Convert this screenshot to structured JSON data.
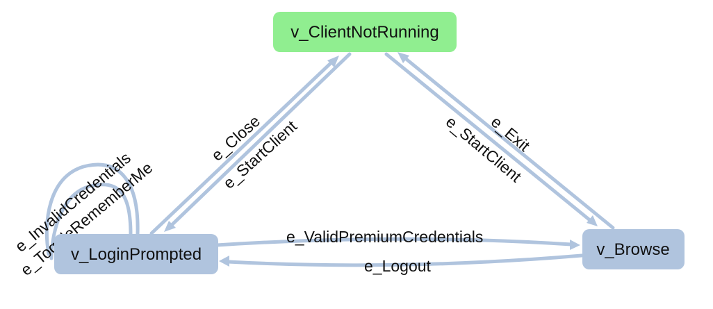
{
  "colors": {
    "edge": "#b0c4de",
    "node_default": "#b0c4de",
    "node_start": "#90ee90",
    "text": "#111111"
  },
  "nodes": {
    "client_not_running": {
      "label": "v_ClientNotRunning",
      "color": "#90ee90"
    },
    "login_prompted": {
      "label": "v_LoginPrompted",
      "color": "#b0c4de"
    },
    "browse": {
      "label": "v_Browse",
      "color": "#b0c4de"
    }
  },
  "edges": {
    "close": {
      "label": "e_Close",
      "from": "v_LoginPrompted",
      "to": "v_ClientNotRunning"
    },
    "start_client_login": {
      "label": "e_StartClient",
      "from": "v_ClientNotRunning",
      "to": "v_LoginPrompted"
    },
    "start_client_browse": {
      "label": "e_StartClient",
      "from": "v_ClientNotRunning",
      "to": "v_Browse"
    },
    "exit": {
      "label": "e_Exit",
      "from": "v_Browse",
      "to": "v_ClientNotRunning"
    },
    "valid_premium_credentials": {
      "label": "e_ValidPremiumCredentials",
      "from": "v_LoginPrompted",
      "to": "v_Browse"
    },
    "logout": {
      "label": "e_Logout",
      "from": "v_Browse",
      "to": "v_LoginPrompted"
    },
    "invalid_credentials": {
      "label": "e_InvalidCredentials",
      "from": "v_LoginPrompted",
      "to": "v_LoginPrompted"
    },
    "toggle_remember_me": {
      "label": "e_ToggleRememberMe",
      "from": "v_LoginPrompted",
      "to": "v_LoginPrompted"
    }
  }
}
